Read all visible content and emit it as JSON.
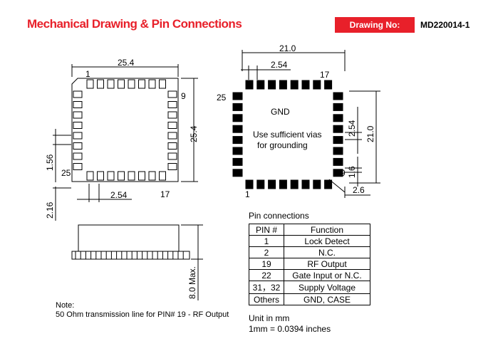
{
  "header": {
    "title": "Mechanical Drawing & Pin Connections",
    "drawing_no_label": "Drawing No:",
    "drawing_no": "MD220014-1"
  },
  "left_view": {
    "width_dim": "25.4",
    "height_dim": "25.4",
    "pin_pitch_dim": "2.54",
    "pad_dim": "1.56",
    "offset_dim": "2.16",
    "pin_1": "1",
    "pin_9": "9",
    "pin_17": "17",
    "pin_25": "25"
  },
  "right_view": {
    "width_dim": "21.0",
    "height_dim": "21.0",
    "pin_pitch_dim": "2.54",
    "side_pitch_dim": "2.54",
    "pad_dim": "1.6",
    "offset_dim": "2.6",
    "pin_1": "1",
    "pin_9": "9",
    "pin_17": "17",
    "pin_25": "25",
    "gnd_label": "GND",
    "via_note_line1": "Use sufficient vias",
    "via_note_line2": "for grounding"
  },
  "side_view": {
    "height_dim": "8.0 Max."
  },
  "note": {
    "heading": "Note:",
    "text": "50 Ohm transmission line for PIN# 19 - RF Output"
  },
  "pin_table": {
    "caption": "Pin connections",
    "headers": [
      "PIN #",
      "Function"
    ],
    "rows": [
      [
        "1",
        "Lock Detect"
      ],
      [
        "2",
        "N.C."
      ],
      [
        "19",
        "RF Output"
      ],
      [
        "22",
        "Gate Input or N.C."
      ],
      [
        "31，32",
        "Supply Voltage"
      ],
      [
        "Others",
        "GND, CASE"
      ]
    ]
  },
  "units": {
    "line1": "Unit in mm",
    "line2": "1mm = 0.0394 inches"
  },
  "colors": {
    "accent": "#e8202a"
  }
}
